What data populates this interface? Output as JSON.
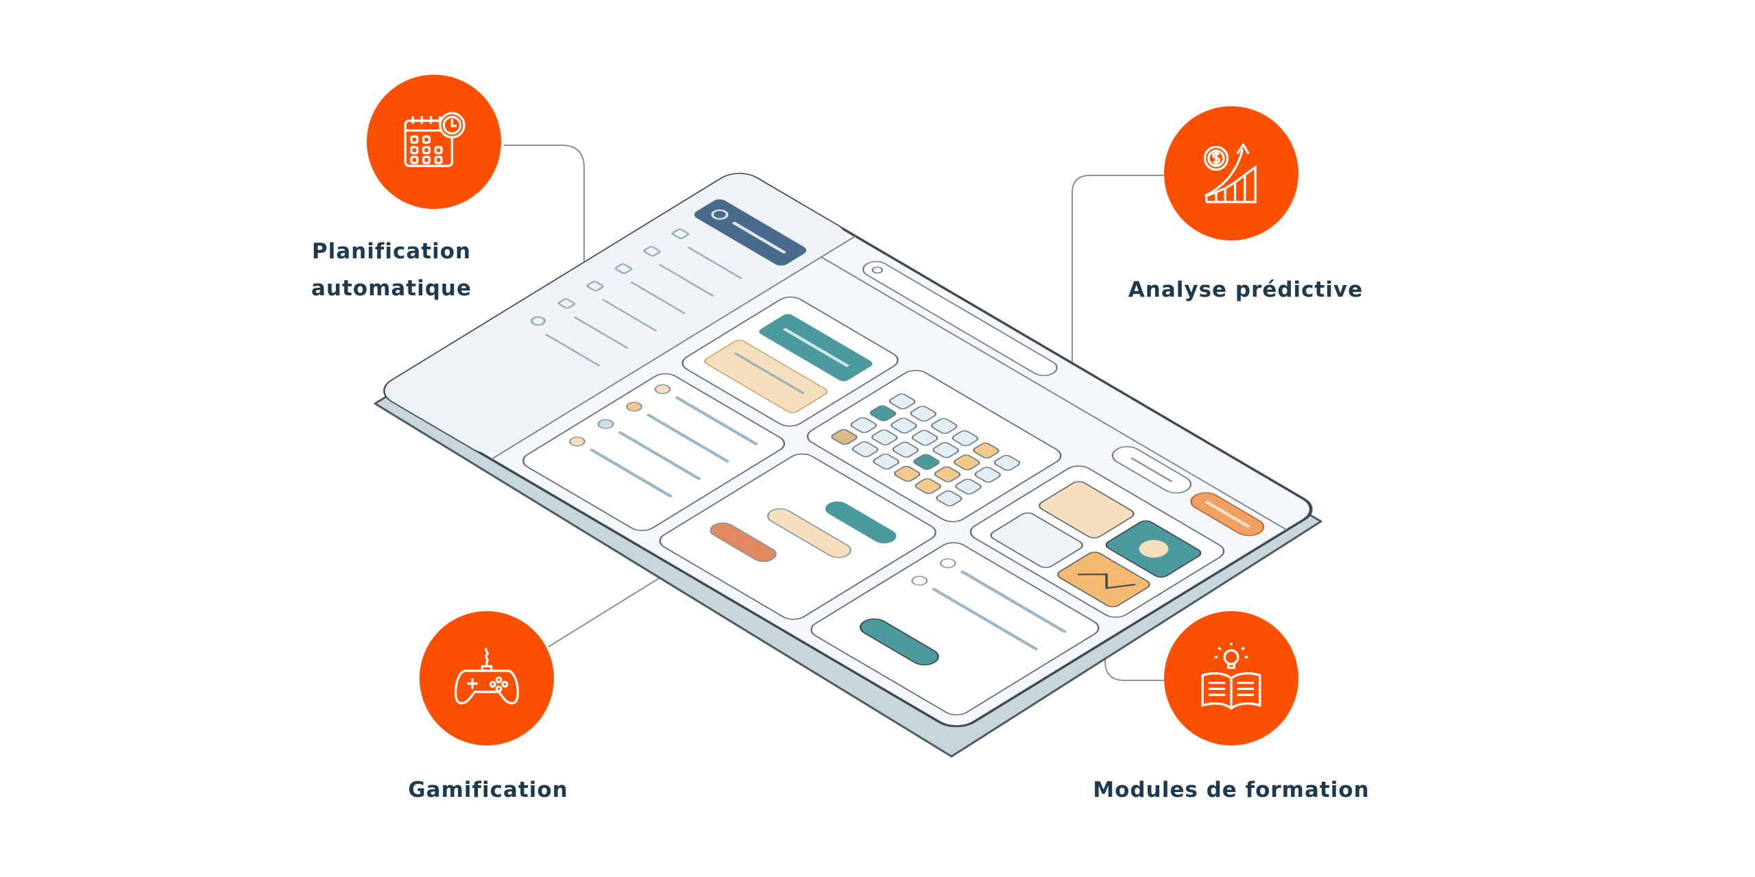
{
  "colors": {
    "accent": "#fd4f00",
    "label": "#1e3a4f",
    "teal": "#4d9a9e",
    "beige": "#f6dfbd",
    "orange": "#f0a060",
    "navy": "#4a6a8c"
  },
  "features": [
    {
      "line1": "Planification",
      "line2": "automatique",
      "icon": "calendar-clock-icon"
    },
    {
      "label": "Analyse prédictive",
      "icon": "growth-chart-dollar-icon"
    },
    {
      "label": "Gamification",
      "icon": "gamepad-icon"
    },
    {
      "label": "Modules de formation",
      "icon": "book-lightbulb-icon"
    }
  ]
}
